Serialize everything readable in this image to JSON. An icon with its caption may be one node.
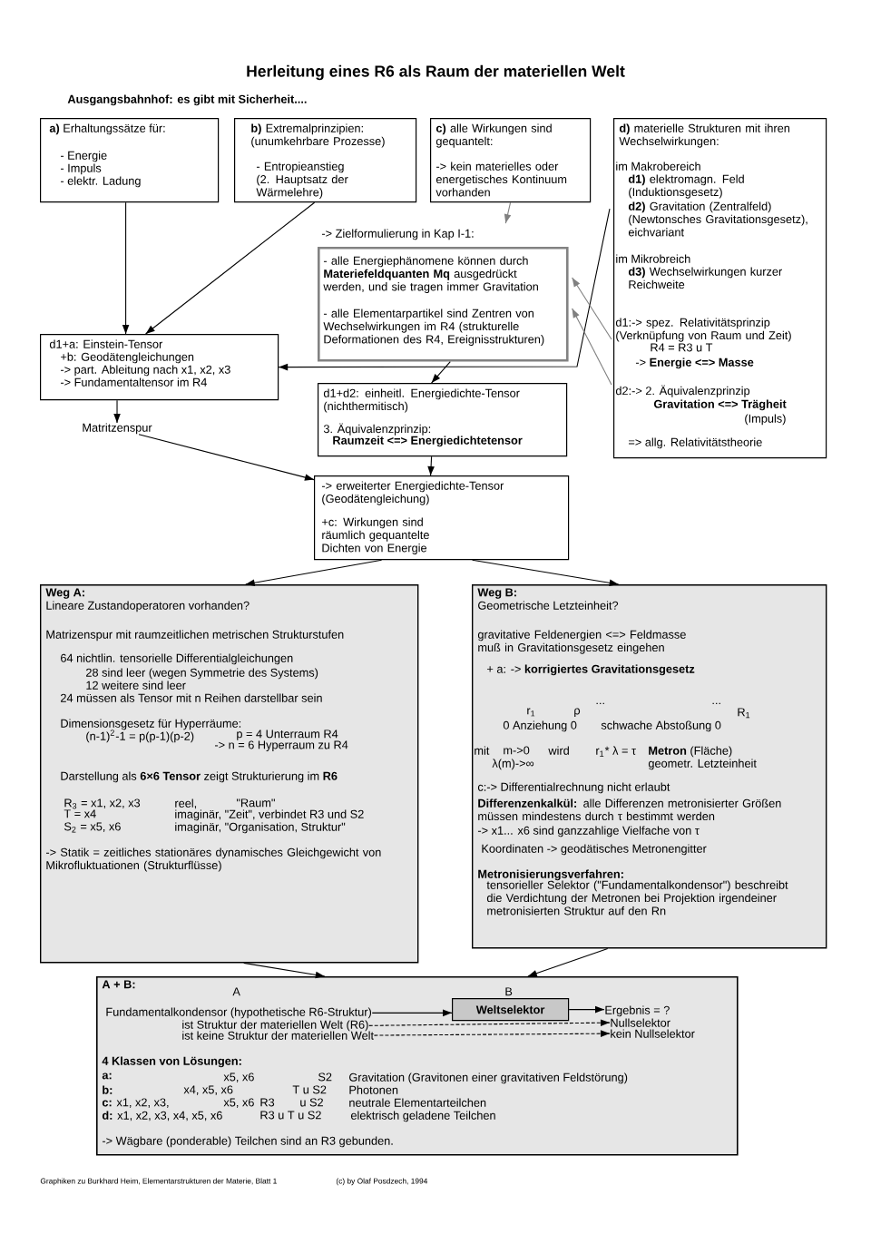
{
  "diagram": {
    "title": "Herleitung eines R6 als Raum der materiellen Welt",
    "nodes": [
      {
        "text": [
          "**a)** Erhaltungssätze für:",
          "- Energie",
          "- Impuls",
          "- elektr. Ladung"
        ]
      },
      {
        "text": [
          "**b)** Extremalprinzipien: (unumkehrbare Prozesse)",
          "- Entropieanstieg (2. Hauptsatz der Wärmelehre)"
        ]
      },
      {
        "text": [
          "**c)** alle Wirkungen sind gequantelt:",
          "-> kein materielles oder energetisches Kontinuum vorhanden"
        ]
      },
      {
        "text": [
          "**d)** materielle Strukturen mit ihren Wechselwirkungen:",
          "im Makrobereich",
          "**d1)** elektromagn. Feld (Induktionsgesetz)",
          "**d2)** Gravitation (Zentralfeld) (Newtonsches Gravitationsgesetz), eichvariant",
          "im Mikrobreich",
          "**d3)** Wechselwirkungen kurzer Reichweite",
          "d1:-> spez. Relativitätsprinzip (Verknüpfung von Raum und Zeit)",
          "R4 = R3 u T",
          "-> **Energie <=> Masse**",
          "d2:-> 2. Äquivalenzprinzip",
          "Gravitation <=> Trägheit",
          "(Impuls)",
          "=> allg. Relativitätstheorie"
        ]
      },
      {
        "text": [
          "-> Zielformulierung in Kap I-1:",
          "- alle Energiephänomene können durch **Materiefeldquanten Mq** ausgedrückt werden, und sie tragen immer Gravitation",
          "- alle Elementarpartikel sind Zentren von Wechselwirkungen im R4 (strukturelle Deformationen des R4, Ereignisstrukturen)"
        ]
      },
      {
        "text": [
          "d1+a: Einstein-Tensor",
          "+b: Geodätengleichungen",
          "-> part. Ableitung nach x1, x2, x3",
          "-> Fundamentaltensor im R4"
        ]
      },
      {
        "text": [
          "d1+d2: einheitl. Energiedichte-Tensor (nichthermitisch)",
          "3. Äquivalenzprinzip:",
          "Raumzeit <=> Energiedichtetensor"
        ]
      },
      {
        "text": [
          "Matritzenspur"
        ]
      },
      {
        "text": [
          "-> erweiterter Energiedichte-Tensor (Geodätengleichung)",
          "+c: Wirkungen sind räumlich gequantelte Dichten von Energie"
        ]
      },
      {
        "text": [
          "Weg A:",
          "Lineare Zustandoperatoren vorhanden?",
          "Matrizenspur mit raumzeitlichen metrischen Strukturstufen",
          "64 nichtlin. tensorielle Differentialgleichungen",
          "28 sind leer (wegen Symmetrie des Systems)",
          "12 weitere sind leer",
          "24 müssen als Tensor mit n Reihen darstellbar sein",
          "Dimensionsgesetz für Hyperräume:",
          "(n-1)$^{2}$-1 = p(p-1)(p-2)",
          "p = 4 Unterraum R4",
          "-> n = 6 Hyperraum zu R4",
          "Darstellung als **6×6 Tensor** zeigt Strukturierung im **R6**",
          "R$_{3}$ = x1, x2, x3",
          "reel,",
          "\"Raum\"",
          "T = x4",
          "imaginär, \"Zeit\", verbindet R3 und S2",
          "S$_{2}$ = x5, x6",
          "imaginär, \"Organisation, Struktur\"",
          "-> Statik = zeitliches stationäres dynamisches Gleichgewicht von Mikrofluktuationen (Strukturflüsse)"
        ]
      },
      {
        "text": [
          "Weg B:",
          "Geometrische Letzteinheit?",
          "gravitative Feldenergien <=> Feldmasse muß in Gravitationsgesetz eingehen",
          "+ a: -> **korrigiertes Gravitationsgesetz**",
          "r$_{1}$",
          "ρ",
          "...",
          "...",
          "R$_{1}$",
          "0 Anziehung 0",
          "schwache Abstoßung 0",
          "mit",
          "m->0",
          "λ(m)->∞",
          "wird",
          "r$_{1}$* λ = τ",
          "**Metron** (Fläche)",
          "geometr. Letzteinheit",
          "c:-> Differentialrechnung nicht erlaubt",
          "**Differenzenkalkül:** alle Differenzen metronisierter Größen müssen mindestens durch τ bestimmt werden",
          "-> x1... x6 sind ganzzahlige Vielfache von τ",
          "Koordinaten -> geodätisches Metronengitter",
          "Metronisierungsverfahren:",
          "tensorieller Selektor (\"Fundamentalkondensor\") beschreibt die Verdichtung der Metronen bei Projektion irgendeiner metronisierten Struktur auf den Rn"
        ]
      },
      {
        "text": [
          "A + B:",
          "A",
          "B",
          "4 Klassen von Lösungen:",
          "a:",
          "x5, x6",
          "S2",
          "Gravitation (Gravitonen einer gravitativen Feldstörung)",
          "b:",
          "x4, x5, x6",
          "T u S2",
          "Photonen",
          "**c:** x1, x2, x3,",
          "x5, x6",
          "R3",
          "u S2",
          "neutrale Elementarteilchen",
          "**d:** x1, x2, x3, x4, x5, x6",
          "R3 u T u S2",
          "elektrisch geladene Teilchen",
          "-> Wägbare (ponderable) Teilchen sind an R3 gebunden."
        ]
      },
      {
        "text": [
          "Fundamentalkondensor (hypothetische R6-Struktur)"
        ],
        "in": 11
      },
      {
        "text": [
          "Weltselektor"
        ],
        "in": 11
      },
      {
        "text": [
          "Ergebnis = ?"
        ],
        "in": 11
      },
      {
        "text": [
          "Nullselektor"
        ],
        "in": 11
      },
      {
        "text": [
          "kein Nullselektor"
        ],
        "in": 11
      },
      {
        "text": [
          "ist Struktur der materiellen Welt (R6)"
        ],
        "in": 11
      },
      {
        "text": [
          "ist keine Struktur der materiellen Welt"
        ],
        "in": 11
      }
    ],
    "edges": [
      {
        "from": 0,
        "to": 5,
        "arrow": "to"
      },
      {
        "from": 1,
        "to": 5,
        "arrow": "to"
      },
      {
        "from": 2,
        "to": 4,
        "arrow": "to",
        "color": "#808080"
      },
      {
        "from": 3,
        "to": 5,
        "arrow": "to"
      },
      {
        "from": 3,
        "to": 4,
        "arrow": "to",
        "color": "#808080"
      },
      {
        "from": 3,
        "to": 4,
        "arrow": "to",
        "color": "#808080"
      },
      {
        "from": 4,
        "to": 6,
        "arrow": "to"
      },
      {
        "from": 5,
        "to": 7,
        "arrow": "to"
      },
      {
        "from": 7,
        "to": 8,
        "arrow": "to"
      },
      {
        "from": 6,
        "to": 8,
        "arrow": "to"
      },
      {
        "from": 8,
        "to": 9,
        "arrow": "to"
      },
      {
        "from": 8,
        "to": 10,
        "arrow": "to"
      },
      {
        "from": 9,
        "to": 11,
        "arrow": "to"
      },
      {
        "from": 10,
        "to": 11,
        "arrow": "to"
      },
      {
        "from": 12,
        "to": 13,
        "arrow": "to"
      },
      {
        "from": 13,
        "to": 14,
        "arrow": "to"
      },
      {
        "from": 17,
        "to": 15,
        "arrow": "to",
        "style": "dashed"
      },
      {
        "from": 18,
        "to": 16,
        "arrow": "to",
        "style": "dashed"
      }
    ],
    "labels": [
      "Ausgangsbahnhof: es gibt mit Sicherheit....",
      "Graphiken zu Burkhard Heim, Elementarstrukturen der Materie, Blatt 1",
      "(c) by Olaf Posdzech, 1994"
    ]
  }
}
